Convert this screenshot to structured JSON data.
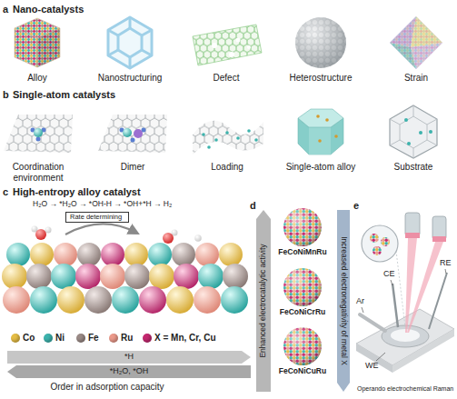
{
  "diagram": {
    "nodes": [
      {
        "text": [
          "Rate determining"
        ]
      },
      {
        "text": [
          "*H"
        ]
      },
      {
        "text": [
          "*H₂O, *OH"
        ]
      },
      {
        "text": [
          "Enhanced electrocatalytic activity"
        ]
      },
      {
        "text": [
          "Increased electronegativity of metal X"
        ]
      }
    ],
    "labels": [
      "a",
      "Nano-catalysts",
      "Alloy",
      "Nanostructuring",
      "Defect",
      "Heterostructure",
      "Strain",
      "b",
      "Single-atom catalysts",
      "Coordination environment",
      "Dimer",
      "Loading",
      "Single-atom alloy",
      "Substrate",
      "c",
      "High-entropy alloy catalyst",
      "H₂O → *H₂O → *OH-H → *OH+*H → H₂",
      "Order in adsorption capacity",
      "d",
      "FeCoNiMnRu",
      "FeCoNiCrRu",
      "FeCoNiCuRu",
      "e",
      "CE",
      "RE",
      "WE",
      "Ar",
      "Operando electrochemical Raman"
    ],
    "legend": [
      {
        "text": "Co",
        "color": "#e5bd45"
      },
      {
        "text": "Ni",
        "color": "#3db3ad"
      },
      {
        "text": "Fe",
        "color": "#9a8a86"
      },
      {
        "text": "Ru",
        "color": "#ec9a8b"
      },
      {
        "text": "X = Mn, Cr, Cu",
        "color": "#c4286f"
      }
    ]
  }
}
